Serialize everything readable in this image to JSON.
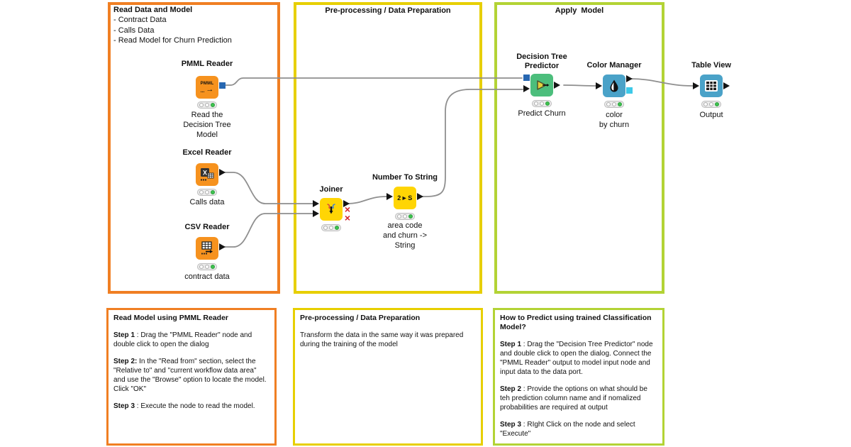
{
  "colors": {
    "group_read_border": "#F07F23",
    "group_prep_border": "#E7CF00",
    "group_apply_border": "#B3D335",
    "node_reader_orange": "#F6921E",
    "node_manipulator_yellow": "#FFD504",
    "node_predictor_green": "#4CBE7C",
    "node_view_blue": "#4AA2C8",
    "port_model_blue": "#2767B1",
    "port_color_cyan": "#3DC9E8",
    "traffic_green": "#3EC34F",
    "wire_gray": "#8f8f8f",
    "error_x_red": "#D3242B"
  },
  "groups": {
    "read": {
      "title": "Read Data and Model",
      "items": [
        "- Contract Data",
        "- Calls Data",
        "- Read Model for Churn Prediction"
      ]
    },
    "prep": {
      "title": "Pre-processing / Data Preparation"
    },
    "apply": {
      "title": "Apply  Model"
    }
  },
  "nodes": {
    "pmml": {
      "label": "PMML Reader",
      "caption": "Read the\nDecision Tree\nModel",
      "glyph_text": "PMML",
      "glyph_arrow": "→",
      "glyph_dots": "..."
    },
    "excel": {
      "label": "Excel Reader",
      "caption": "Calls data",
      "glyph_letter": "X"
    },
    "csv": {
      "label": "CSV Reader",
      "caption": "contract data"
    },
    "joiner": {
      "label": "Joiner",
      "error_glyph": "×"
    },
    "nts": {
      "label": "Number To String",
      "caption": "area code\nand churn ->\nString",
      "glyph_text": "2►S"
    },
    "dtp": {
      "label": "Decision Tree\nPredictor",
      "caption": "Predict Churn"
    },
    "cm": {
      "label": "Color Manager",
      "caption": "color\nby churn"
    },
    "tv": {
      "label": "Table View",
      "caption": "Output"
    }
  },
  "annotations": {
    "read": {
      "title": "Read Model using PMML Reader",
      "steps": [
        {
          "label": "Step 1",
          "text": " : Drag the \"PMML Reader\" node and double click to open the dialog"
        },
        {
          "label": "Step 2:",
          "text": " In the \"Read from\" section, select the \"Relative to\" and \"current workflow data area\" and use the \"Browse\" option to locate the model. Click \"OK\""
        },
        {
          "label": "Step 3",
          "text": " : Execute the node to read the model."
        }
      ]
    },
    "prep": {
      "title": "Pre-processing / Data Preparation",
      "body": "Transform the data in the same way it was prepared during the training of the model"
    },
    "apply": {
      "title": "How to Predict using trained Classification Model?",
      "steps": [
        {
          "label": "Step 1",
          "text": " : Drag the \"Decision Tree Predictor\" node and double click to open the dialog. Connect the \"PMML Reader\" output to model input node and input data to the data port."
        },
        {
          "label": "Step 2",
          "text": " : Provide the options on what should be teh prediction column name and if nomalized probabilities are required at output"
        },
        {
          "label": "Step 3",
          "text": " : RIght Click on the node and select \"Execute\""
        }
      ]
    }
  }
}
